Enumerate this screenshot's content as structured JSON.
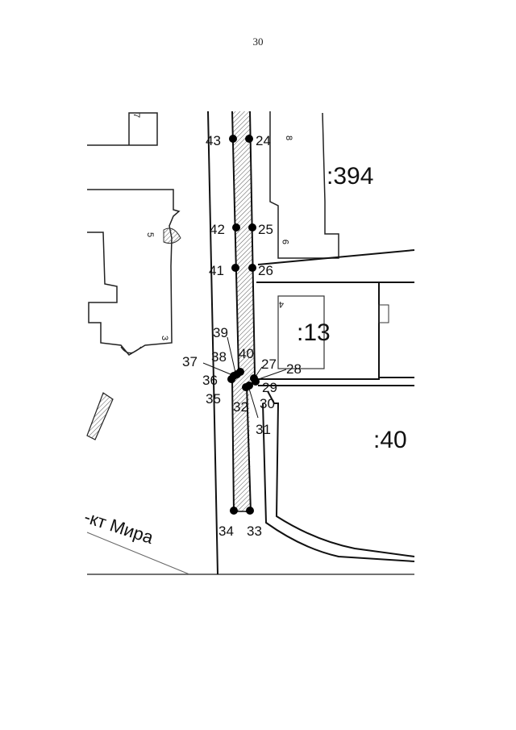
{
  "page": {
    "number": "30"
  },
  "parcels": [
    {
      "id": "p394",
      "label": ":394"
    },
    {
      "id": "p13",
      "label": ":13"
    },
    {
      "id": "p40",
      "label": ":40"
    }
  ],
  "building_numbers": [
    {
      "id": "b7",
      "label": "7"
    },
    {
      "id": "b8",
      "label": "8"
    },
    {
      "id": "b5",
      "label": "5"
    },
    {
      "id": "b9",
      "label": "9"
    },
    {
      "id": "b4",
      "label": "4"
    },
    {
      "id": "b3",
      "label": "3"
    }
  ],
  "street": {
    "label": "-кт Мира"
  },
  "points": [
    "24",
    "25",
    "26",
    "27",
    "28",
    "29",
    "30",
    "31",
    "32",
    "33",
    "34",
    "35",
    "36",
    "37",
    "38",
    "39",
    "40",
    "41",
    "42",
    "43"
  ]
}
